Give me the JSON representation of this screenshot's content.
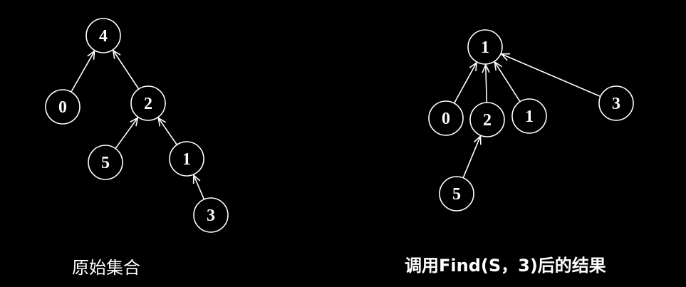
{
  "colors": {
    "background": "#000000",
    "foreground": "#ffffff"
  },
  "trees": [
    {
      "id": "original",
      "caption": "原始集合",
      "nodes": [
        {
          "id": "n4",
          "label": "4"
        },
        {
          "id": "n0",
          "label": "0"
        },
        {
          "id": "n2",
          "label": "2"
        },
        {
          "id": "n5",
          "label": "5"
        },
        {
          "id": "n1",
          "label": "1"
        },
        {
          "id": "n3",
          "label": "3"
        }
      ],
      "edges": [
        {
          "from": "n0",
          "to": "n4"
        },
        {
          "from": "n2",
          "to": "n4"
        },
        {
          "from": "n5",
          "to": "n2"
        },
        {
          "from": "n1",
          "to": "n2"
        },
        {
          "from": "n3",
          "to": "n1"
        }
      ]
    },
    {
      "id": "after-find",
      "caption": "调用Find(S，3)后的结果",
      "nodes": [
        {
          "id": "n1",
          "label": "1"
        },
        {
          "id": "n0",
          "label": "0"
        },
        {
          "id": "n2",
          "label": "2"
        },
        {
          "id": "n1b",
          "label": "1"
        },
        {
          "id": "n3",
          "label": "3"
        },
        {
          "id": "n5",
          "label": "5"
        }
      ],
      "edges": [
        {
          "from": "n0",
          "to": "n1"
        },
        {
          "from": "n2",
          "to": "n1"
        },
        {
          "from": "n1b",
          "to": "n1"
        },
        {
          "from": "n3",
          "to": "n1"
        },
        {
          "from": "n5",
          "to": "n2"
        }
      ]
    }
  ]
}
